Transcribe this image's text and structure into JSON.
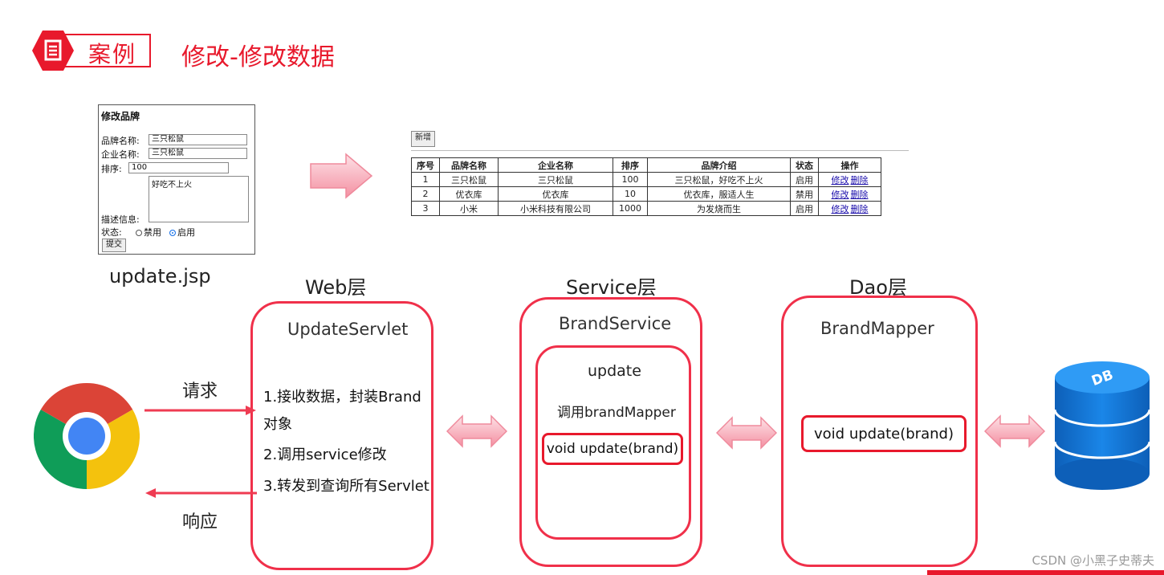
{
  "header": {
    "badge_label": "案例",
    "title": "修改-修改数据"
  },
  "form": {
    "title": "修改品牌",
    "brand_name_label": "品牌名称:",
    "brand_name_value": "三只松鼠",
    "company_name_label": "企业名称:",
    "company_name_value": "三只松鼠",
    "ordered_label": "排序:",
    "ordered_value": "100",
    "description_label": "描述信息:",
    "description_value": "好吃不上火",
    "status_label": "状态:",
    "status_disabled": "禁用",
    "status_enabled": "启用",
    "submit_label": "提交",
    "file_label": "update.jsp"
  },
  "table": {
    "add_label": "新增",
    "headers": [
      "序号",
      "品牌名称",
      "企业名称",
      "排序",
      "品牌介绍",
      "状态",
      "操作"
    ],
    "rows": [
      [
        "1",
        "三只松鼠",
        "三只松鼠",
        "100",
        "三只松鼠，好吃不上火",
        "启用"
      ],
      [
        "2",
        "优衣库",
        "优衣库",
        "10",
        "优衣库，服适人生",
        "禁用"
      ],
      [
        "3",
        "小米",
        "小米科技有限公司",
        "1000",
        "为发烧而生",
        "启用"
      ]
    ],
    "edit_label": "修改",
    "delete_label": "删除"
  },
  "layers": {
    "web": {
      "title": "Web层",
      "class_name": "UpdateServlet",
      "step1_line1": "1.接收数据，封装Brand",
      "step1_line2": "对象",
      "step2": "2.调用service修改",
      "step3": "3.转发到查询所有Servlet"
    },
    "service": {
      "title": "Service层",
      "class_name": "BrandService",
      "method_name": "update",
      "call_text": "调用brandMapper",
      "method_signature": "void update(brand)"
    },
    "dao": {
      "title": "Dao层",
      "class_name": "BrandMapper",
      "method_signature": "void update(brand)"
    }
  },
  "arrows": {
    "request_label": "请求",
    "response_label": "响应"
  },
  "db_label": "DB",
  "watermark": "CSDN @小黑子史蒂夫",
  "colors": {
    "accent": "#e8192c",
    "arrow_fill": "#f7b8c4"
  }
}
